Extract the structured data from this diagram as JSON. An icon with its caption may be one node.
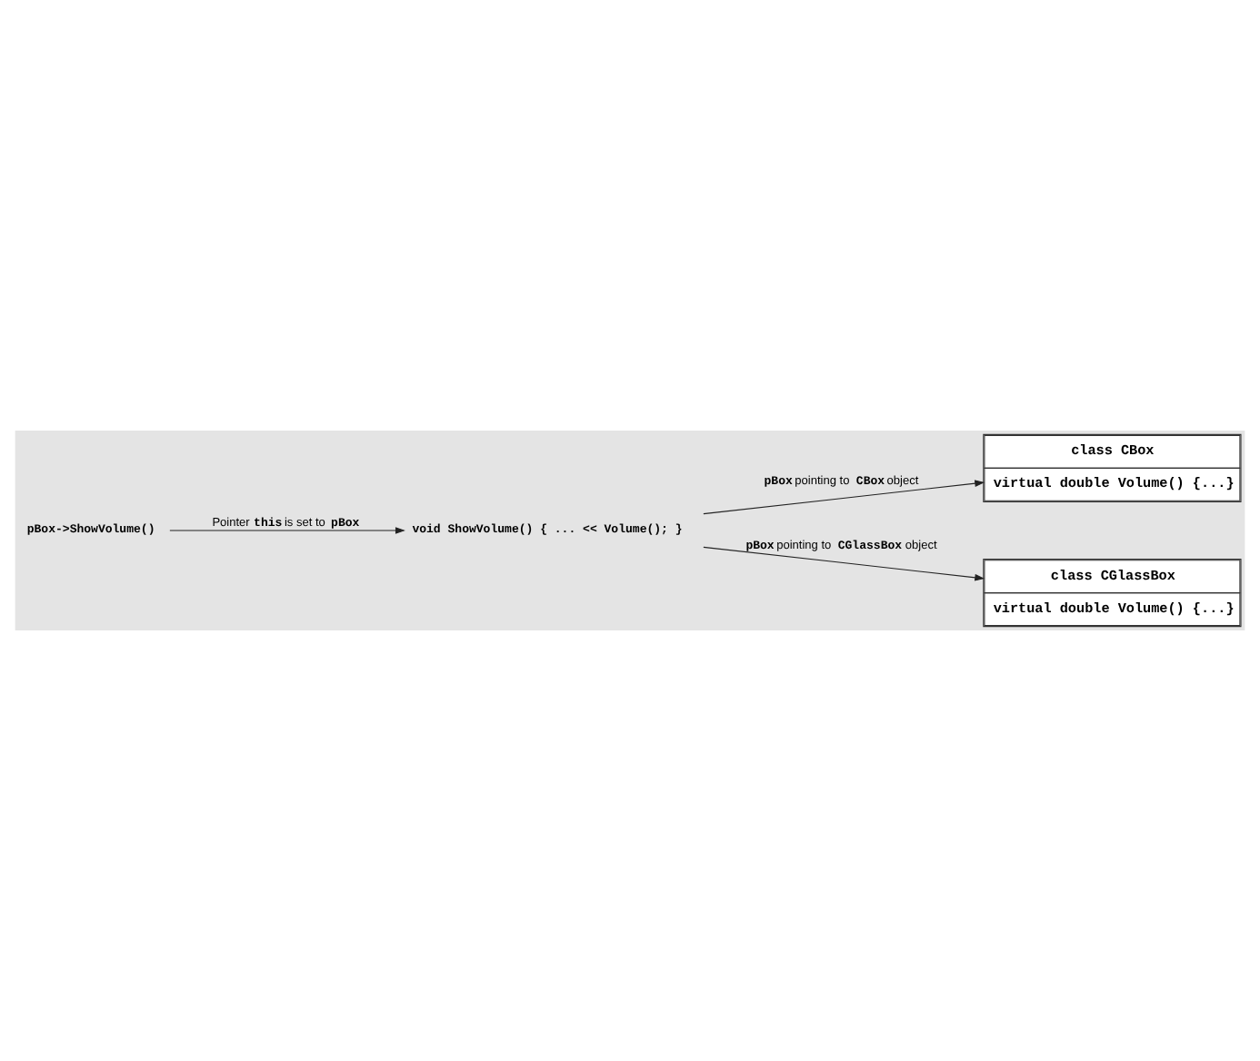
{
  "diagram": {
    "nodes": [
      {
        "text": [
          "pBox->ShowVolume()"
        ]
      },
      {
        "text": [
          "void ShowVolume() { ... << Volume(); }"
        ]
      },
      {
        "text": [
          "class CBox",
          "virtual double Volume() {...}"
        ]
      },
      {
        "text": [
          "class CGlassBox",
          "virtual double Volume() {...}"
        ]
      }
    ],
    "edges": [
      {
        "from": 0,
        "to": 1,
        "arrow": "to",
        "label": "Pointer **this** is set to **pBox**"
      },
      {
        "from": 1,
        "to": 2,
        "arrow": "to",
        "label": "**pBox** pointing to **CBox** object"
      },
      {
        "from": 1,
        "to": 3,
        "arrow": "to",
        "label": "**pBox** pointing to **CGlassBox** object"
      }
    ]
  }
}
